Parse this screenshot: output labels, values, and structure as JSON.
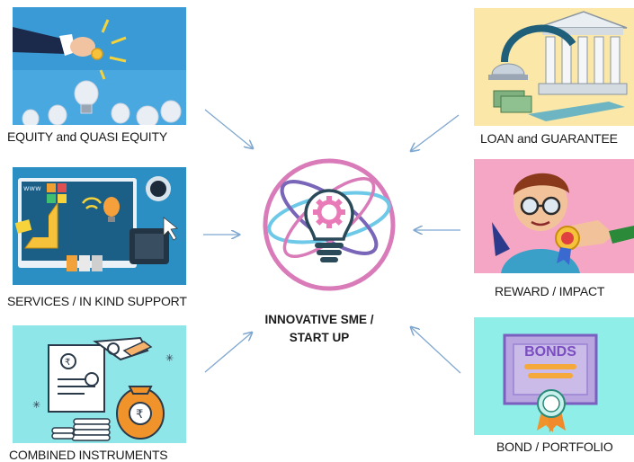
{
  "center": {
    "line1": "INNOVATIVE SME /",
    "line2": "START UP",
    "icon": "lightbulb-gear-atom-icon"
  },
  "tiles": {
    "equity": {
      "caption": "EQUITY and QUASI EQUITY",
      "icon": "hand-coin-lightbulbs-icon"
    },
    "services": {
      "caption": "SERVICES / IN KIND SUPPORT",
      "icon": "design-tools-computer-icon"
    },
    "combined": {
      "caption": "COMBINED INSTRUMENTS",
      "icon": "money-bag-documents-icon"
    },
    "loan": {
      "caption": "LOAN and GUARANTEE",
      "icon": "bank-money-transfer-icon"
    },
    "reward": {
      "caption": "REWARD / IMPACT",
      "icon": "boy-award-medal-icon"
    },
    "bond": {
      "caption": "BOND / PORTFOLIO",
      "icon": "bonds-certificate-icon"
    }
  },
  "bond_label": "BONDS",
  "colors": {
    "equity_bg": "#3a9ad6",
    "services_bg": "#2c8fc4",
    "combined_bg": "#8fe6e8",
    "loan_bg": "#fbe8a8",
    "reward_bg": "#f5a6c4",
    "bond_bg": "#8feee8",
    "center_ring": "#d97bb8",
    "arrow": "#7fa7cf"
  }
}
